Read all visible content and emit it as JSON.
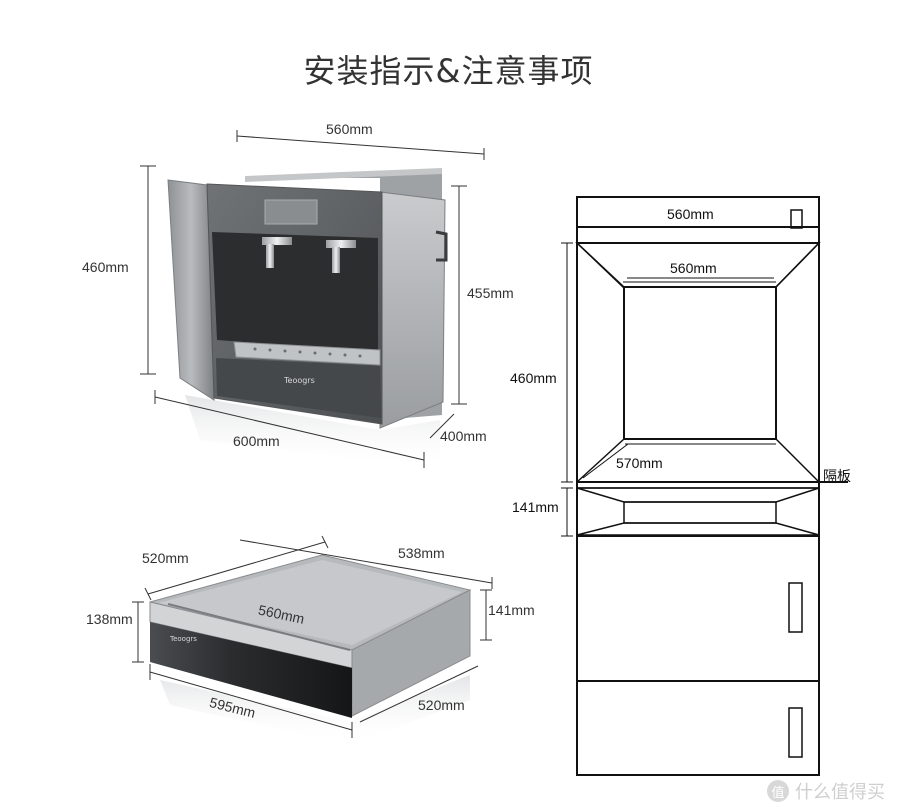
{
  "title": "安装指示&注意事项",
  "dispenser": {
    "width_top": "560mm",
    "height_left": "460mm",
    "height_right": "455mm",
    "width_bottom": "600mm",
    "depth": "400mm",
    "brand": "Teoogrs"
  },
  "drawer": {
    "depth_left": "520mm",
    "width_back": "538mm",
    "height_left": "138mm",
    "width_top": "560mm",
    "height_right": "141mm",
    "width_front": "595mm",
    "depth_right": "520mm",
    "brand": "Teoogrs"
  },
  "cabinet": {
    "top_width": "560mm",
    "inner_width": "560mm",
    "niche_height": "460mm",
    "bottom_depth": "570mm",
    "shelf_label": "隔板",
    "drawer_height": "141mm"
  },
  "watermark": {
    "icon": "值",
    "text": "什么值得买"
  }
}
